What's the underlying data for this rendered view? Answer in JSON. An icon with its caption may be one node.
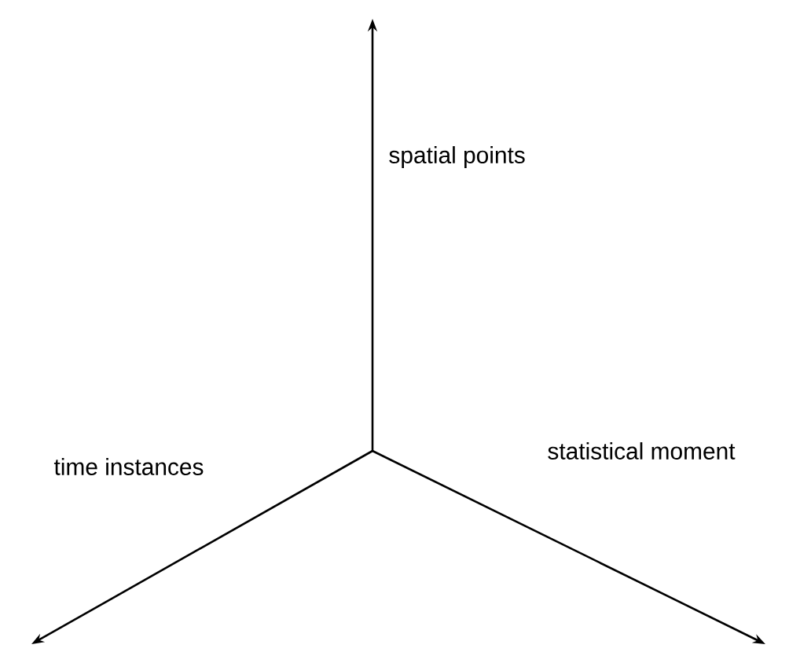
{
  "diagram": {
    "labels": [
      "spatial points",
      "time instances",
      "statistical moment"
    ]
  }
}
